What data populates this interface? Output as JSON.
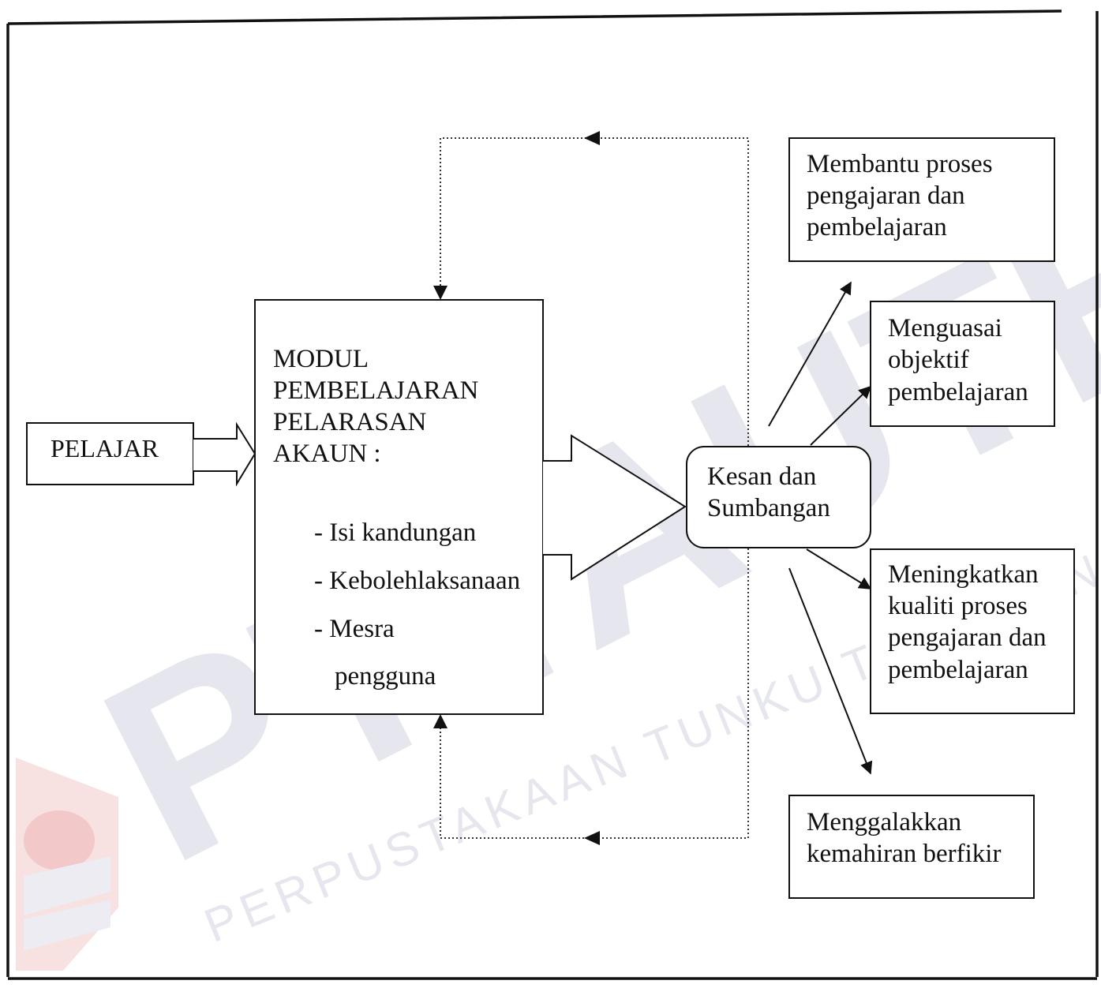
{
  "watermark": {
    "large_text": "PTTAUTHM",
    "small_text": "PERPUSTAKAAN TUNKU TUN AMINAH",
    "color": "#e4e4ec",
    "logo_colors": [
      "#f3c9c9",
      "#e9e9ef"
    ]
  },
  "nodes": {
    "pelajar": {
      "label": "PELAJAR"
    },
    "modul": {
      "title_lines": [
        "MODUL",
        "PEMBELAJARAN",
        "PELARASAN",
        "AKAUN :"
      ],
      "items": [
        "- Isi kandungan",
        "- Kebolehlaksanaan",
        "- Mesra",
        "pengguna"
      ]
    },
    "kesan": {
      "lines": [
        "Kesan dan",
        "Sumbangan"
      ]
    },
    "outcomes": [
      {
        "lines": [
          "Membantu proses",
          "pengajaran dan",
          "pembelajaran"
        ]
      },
      {
        "lines": [
          "Menguasai",
          "objektif",
          "pembelajaran"
        ]
      },
      {
        "lines": [
          "Meningkatkan",
          "kualiti proses",
          "pengajaran dan",
          "pembelajaran"
        ]
      },
      {
        "lines": [
          "Menggalakkan",
          "kemahiran berfikir"
        ]
      }
    ]
  },
  "colors": {
    "line": "#111111",
    "background": "#ffffff"
  }
}
